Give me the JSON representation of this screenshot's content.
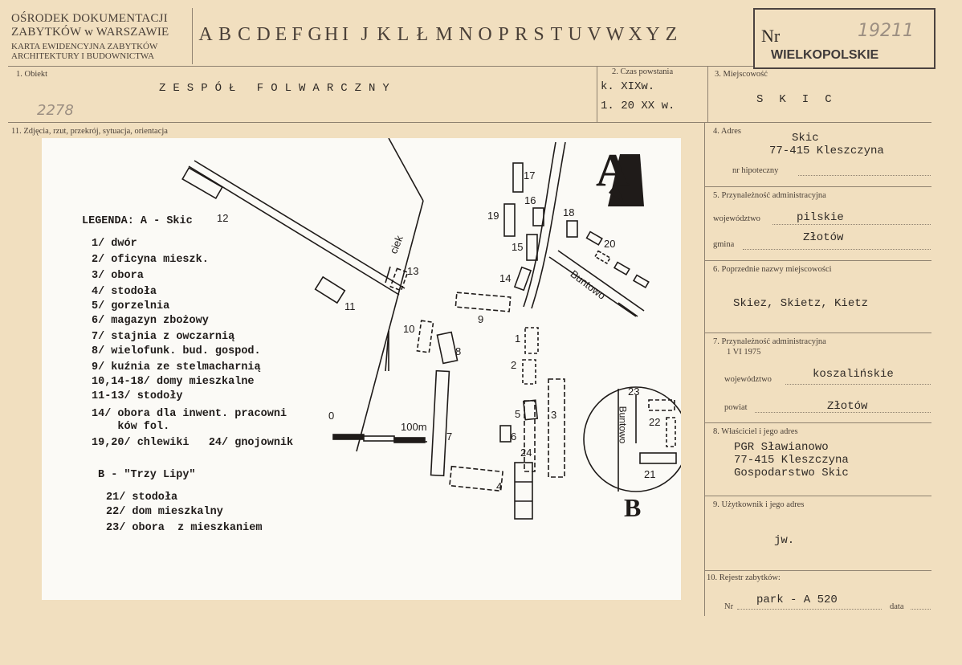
{
  "header": {
    "institution_line1": "OŚRODEK DOKUMENTACJI",
    "institution_line2": "ZABYTKÓW w WARSZAWIE",
    "card_line1": "KARTA EWIDENCYJNA ZABYTKÓW",
    "card_line2": "ARCHITEKTURY I BUDOWNICTWA",
    "alphabet": [
      "A",
      "B",
      "C",
      "D",
      "E",
      "F",
      "G",
      "H",
      "I",
      "J",
      "K",
      "L",
      "Ł",
      "M",
      "N",
      "O",
      "P",
      "R",
      "S",
      "T",
      "U",
      "V",
      "W",
      "X",
      "Y",
      "Z"
    ],
    "nr_label": "Nr",
    "nr_pencil": "19211",
    "voivodeship_stamp": "WIELKOPOLSKIE"
  },
  "fields": {
    "obiekt_label": "1. Obiekt",
    "obiekt_value": "ZESPÓŁ FOLWARCZNY",
    "obiekt_pencil": "2278",
    "czas_label": "2. Czas powstania",
    "czas_line1": "k. XIXw.",
    "czas_line2": "1. 20 XX w.",
    "miejscowosc_label": "3. Miejscowość",
    "miejscowosc_value": "SKIC",
    "zdjecia_label": "11. Zdjęcia, rzut, przekrój, sytuacja, orientacja",
    "adres_label": "4. Adres",
    "adres_line1": "Skic",
    "adres_line2": "77-415 Kleszczyna",
    "hipoteczny_label": "nr hipoteczny",
    "przyn5_label": "5. Przynależność administracyjna",
    "woj_label": "województwo",
    "woj5_value": "pilskie",
    "gmina_label": "gmina",
    "gmina_value": "Złotów",
    "poprzednie_label": "6. Poprzednie nazwy miejscowości",
    "poprzednie_value": "Skiez, Skietz, Kietz",
    "przyn7_label": "7. Przynależność administracyjna",
    "przyn7_date": "1 VI 1975",
    "woj7_value": "koszalińskie",
    "powiat_label": "powiat",
    "powiat_value": "Złotów",
    "wlasciciel_label": "8. Właściciel i jego adres",
    "wlasciciel_line1": "PGR Sławianowo",
    "wlasciciel_line2": "77-415 Kleszczyna",
    "wlasciciel_line3": "Gospodarstwo Skic",
    "uzytkownik_label": "9. Użytkownik i jego adres",
    "uzytkownik_value": "jw.",
    "rejestr_label": "10. Rejestr zabytków:",
    "rejestr_nr_label": "Nr",
    "rejestr_value": "park - A 520",
    "data_label": "data"
  },
  "plan": {
    "legend": [
      "LEGENDA: A - Skic",
      "1/ dwór",
      "2/ oficyna mieszk.",
      "3/ obora",
      "4/ stodoła",
      "5/ gorzelnia",
      "6/ magazyn zbożowy",
      "7/ stajnia z owczarnią",
      "8/ wielofunk. bud. gospod.",
      "9/ kuźnia ze stelmacharnią",
      "10,14-18/ domy mieszkalne",
      "11-13/ stodoły",
      "14/ obora dla inwent. pracowni",
      "    ków fol.",
      "19,20/ chlewiki   24/ gnojownik",
      "B - \"Trzy Lipy\"",
      "21/ stodoła",
      "22/ dom mieszkalny",
      "23/ obora  z mieszkaniem"
    ],
    "big_a": "A",
    "big_b": "B",
    "ciek": "ciek",
    "buntowo": "Buntowo",
    "scale_0": "0",
    "scale_100": "100m",
    "nums": {
      "n1": "1",
      "n2": "2",
      "n3": "3",
      "n4": "4",
      "n5": "5",
      "n6": "6",
      "n7": "7",
      "n8": "8",
      "n9": "9",
      "n10": "10",
      "n11": "11",
      "n12": "12",
      "n13": "13",
      "n14": "14",
      "n15": "15",
      "n16": "16",
      "n17": "17",
      "n18": "18",
      "n19": "19",
      "n20": "20",
      "n21": "21",
      "n22": "22",
      "n23": "23",
      "n24": "24"
    }
  }
}
